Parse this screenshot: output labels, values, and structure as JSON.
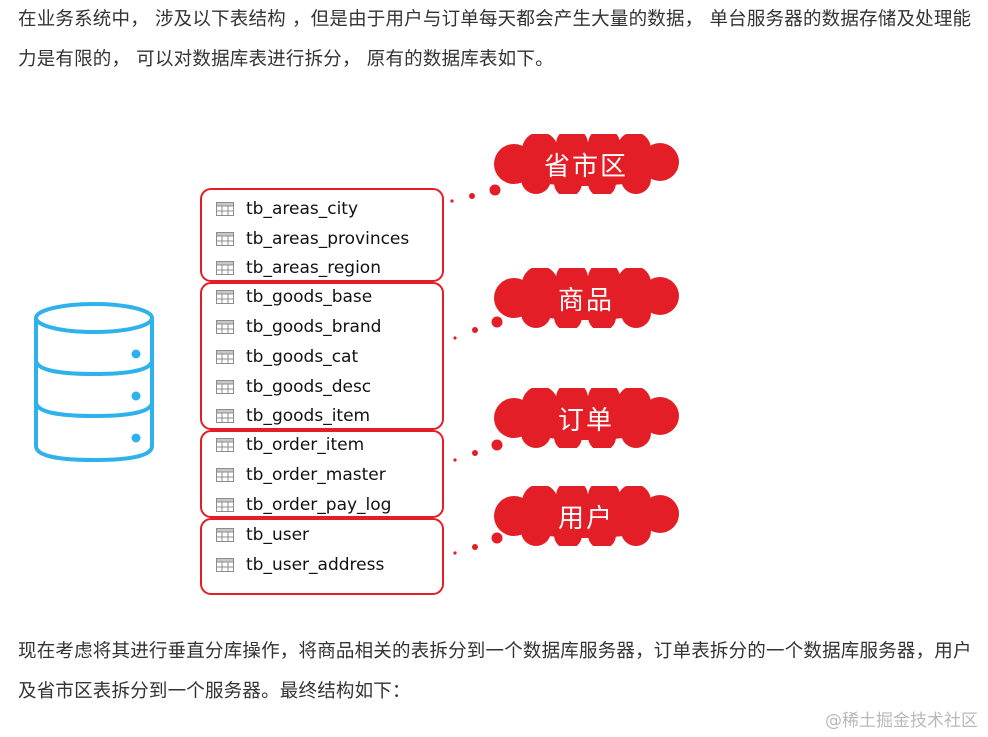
{
  "intro_text": "在业务系统中， 涉及以下表结构 ，但是由于用户与订单每天都会产生大量的数据， 单台服务器的数据存储及处理能力是有限的， 可以对数据库表进行拆分， 原有的数据库表如下。",
  "diagram": {
    "db_icon": "database-icon",
    "accent_color": "#e41e26",
    "db_color": "#2fb2ec",
    "groups": [
      {
        "label": "省市区",
        "tables": [
          "tb_areas_city",
          "tb_areas_provinces",
          "tb_areas_region"
        ]
      },
      {
        "label": "商品",
        "tables": [
          "tb_goods_base",
          "tb_goods_brand",
          "tb_goods_cat",
          "tb_goods_desc",
          "tb_goods_item"
        ]
      },
      {
        "label": "订单",
        "tables": [
          "tb_order_item",
          "tb_order_master",
          "tb_order_pay_log"
        ]
      },
      {
        "label": "用户",
        "tables": [
          "tb_user",
          "tb_user_address"
        ]
      }
    ]
  },
  "conclusion_text": "现在考虑将其进行垂直分库操作，将商品相关的表拆分到一个数据库服务器，订单表拆分的一个数据库服务器，用户及省市区表拆分到一个服务器。最终结构如下：",
  "watermark": "@稀土掘金技术社区"
}
